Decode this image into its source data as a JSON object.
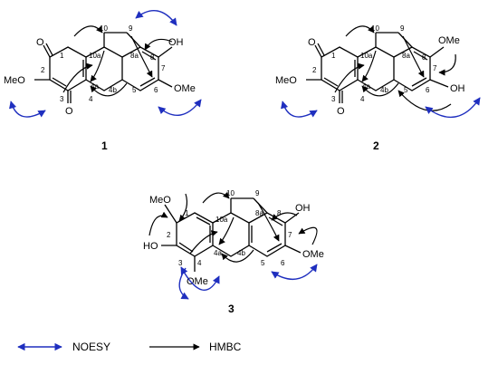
{
  "compounds": [
    {
      "label": "1",
      "oh": "OH",
      "ome_left": "MeO",
      "ome_right": "OMe",
      "o_top": "O",
      "o_bot": "O",
      "nums": [
        "1",
        "2",
        "3",
        "4",
        "4a",
        "4b",
        "5",
        "6",
        "7",
        "8",
        "8a",
        "9",
        "10",
        "10a"
      ]
    },
    {
      "label": "2",
      "ome_left": "MeO",
      "ome_top": "OMe",
      "oh": "OH",
      "o_top": "O",
      "o_bot": "O",
      "nums": [
        "1",
        "2",
        "3",
        "4",
        "4a",
        "4b",
        "5",
        "6",
        "7",
        "8",
        "8a",
        "9",
        "10",
        "10a"
      ]
    },
    {
      "label": "3",
      "ome_top": "MeO",
      "ho": "HO",
      "oh": "OH",
      "ome_right": "OMe",
      "ome_bot": "OMe",
      "nums": [
        "1",
        "2",
        "3",
        "4",
        "4a",
        "4b",
        "5",
        "6",
        "7",
        "8",
        "8a",
        "9",
        "10",
        "10a"
      ]
    }
  ],
  "legend": {
    "noesy": "NOESY",
    "hmbc": "HMBC"
  },
  "colors": {
    "noesy": "#1f2fbf",
    "hmbc": "#000000"
  }
}
